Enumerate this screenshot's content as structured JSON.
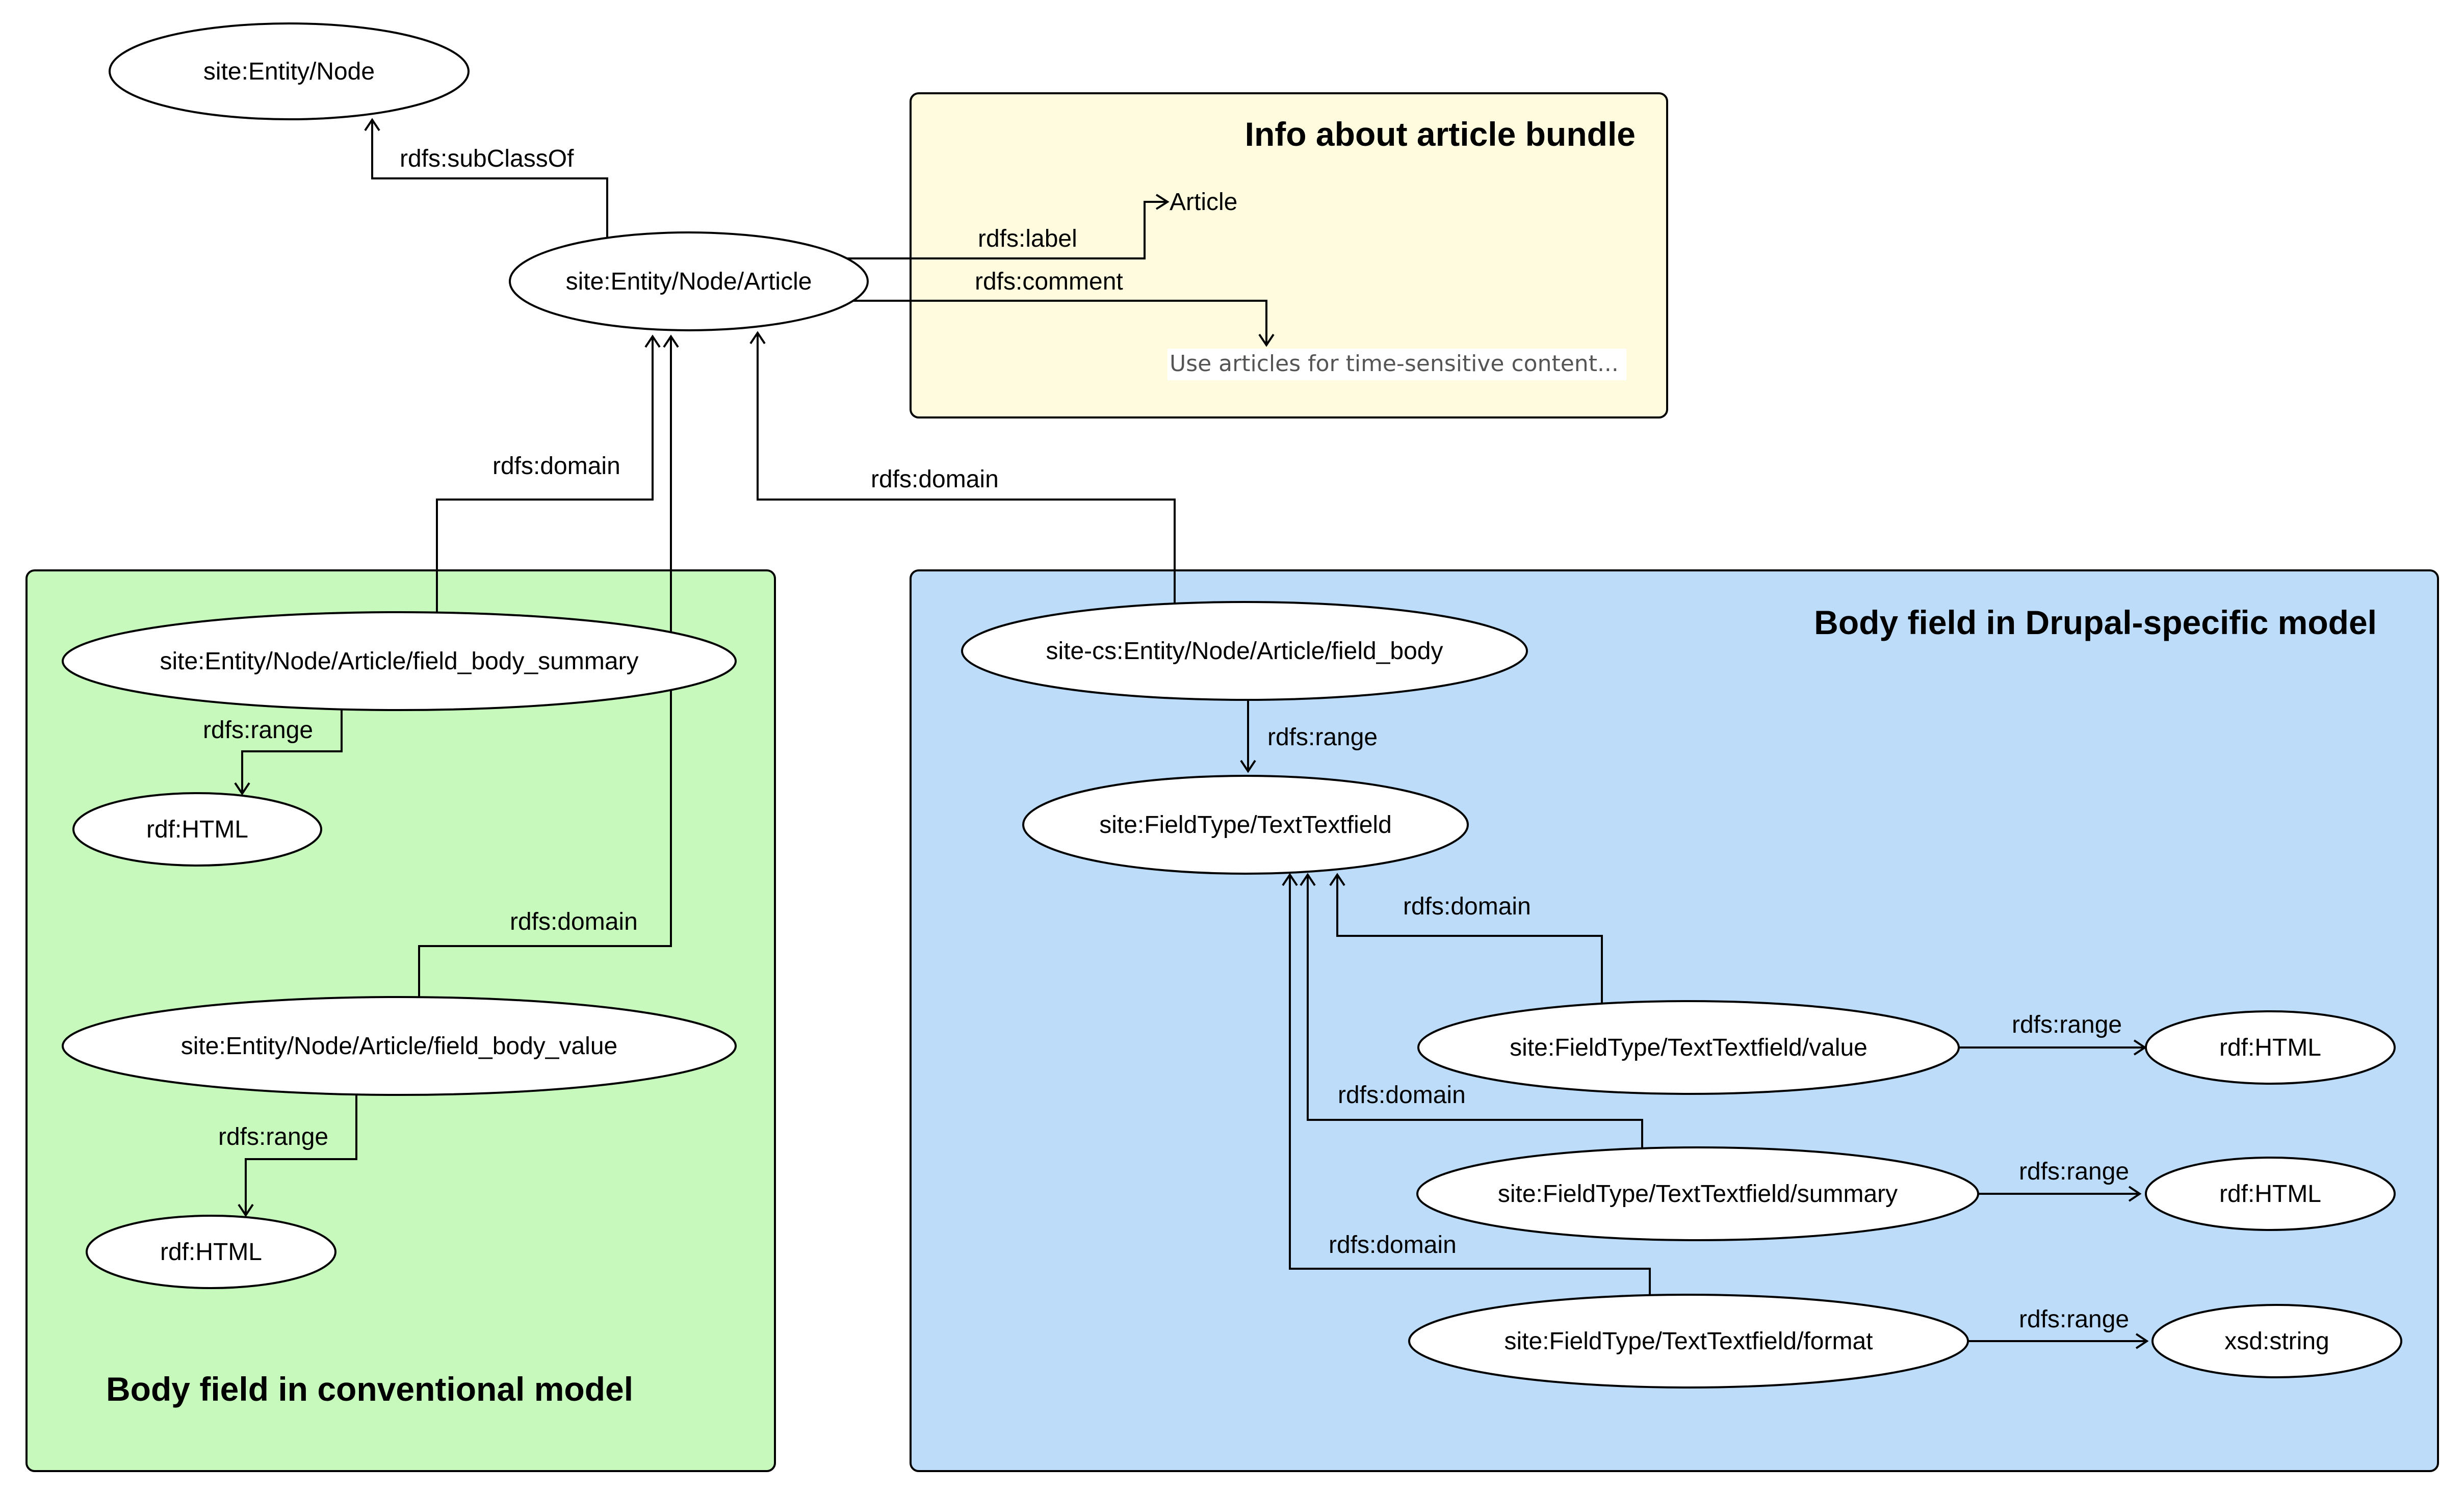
{
  "colors": {
    "group_info": "#fefbde",
    "group_conventional": "#c7f9bd",
    "group_drupal": "#bcdcfa",
    "literal_background": "#ffffff"
  },
  "groups": {
    "info": {
      "title": "Info about article bundle"
    },
    "conventional": {
      "title": "Body field in conventional model"
    },
    "drupal": {
      "title": "Body field in Drupal-specific model"
    }
  },
  "nodes": {
    "entity_node": "site:Entity/Node",
    "article": "site:Entity/Node/Article",
    "article_label_literal": "Article",
    "article_comment_literal": "Use articles for time-sensitive content...",
    "field_body_summary": "site:Entity/Node/Article/field_body_summary",
    "summary_html": "rdf:HTML",
    "field_body_value": "site:Entity/Node/Article/field_body_value",
    "value_html": "rdf:HTML",
    "cs_field_body": "site-cs:Entity/Node/Article/field_body",
    "text_textfield": "site:FieldType/TextTextfield",
    "tt_value": "site:FieldType/TextTextfield/value",
    "tt_value_html": "rdf:HTML",
    "tt_summary": "site:FieldType/TextTextfield/summary",
    "tt_summary_html": "rdf:HTML",
    "tt_format": "site:FieldType/TextTextfield/format",
    "tt_format_string": "xsd:string"
  },
  "edges": {
    "subclassof": "rdfs:subClassOf",
    "label": "rdfs:label",
    "comment": "rdfs:comment",
    "summary_domain": "rdfs:domain",
    "value_domain": "rdfs:domain",
    "cs_domain": "rdfs:domain",
    "summary_range": "rdfs:range",
    "value_range": "rdfs:range",
    "cs_range": "rdfs:range",
    "tt_value_domain": "rdfs:domain",
    "tt_summary_domain": "rdfs:domain",
    "tt_format_domain": "rdfs:domain",
    "tt_value_range": "rdfs:range",
    "tt_summary_range": "rdfs:range",
    "tt_format_range": "rdfs:range"
  }
}
